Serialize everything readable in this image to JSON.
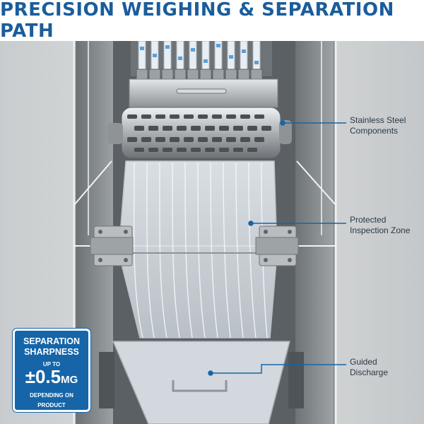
{
  "title": "PRECISION WEIGHING & SEPARATION PATH",
  "colors": {
    "accent": "#1565a8",
    "title": "#1a5d9c",
    "badge_bg": "#1565a8"
  },
  "callouts": [
    {
      "line1": "Stainless Steel",
      "line2": "Components"
    },
    {
      "line1": "Protected",
      "line2": "Inspection Zone"
    },
    {
      "line1": "Guided",
      "line2": "Discharge"
    }
  ],
  "badge": {
    "line1": "SEPARATION",
    "line2": "SHARPNESS",
    "prefix": "UP TO",
    "value": "±0.5",
    "unit": "MG",
    "note1": "DEPENDING ON",
    "note2": "PRODUCT"
  }
}
